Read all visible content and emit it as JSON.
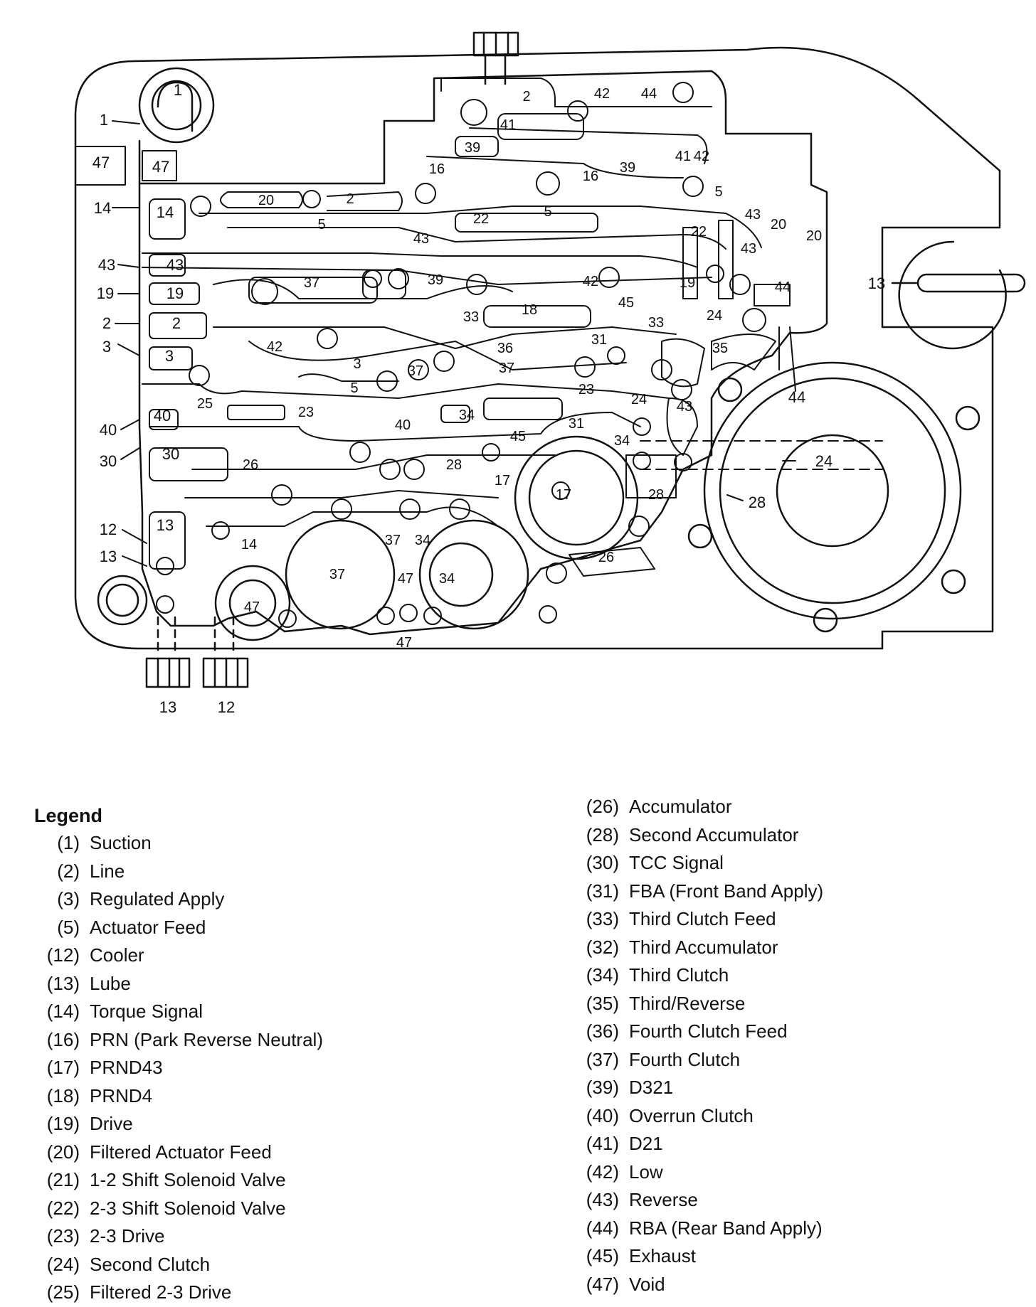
{
  "diagram": {
    "callouts": {
      "pump_top": "1",
      "void_left_outer": "47",
      "void_left_inner": "47",
      "torque_left": "14",
      "torque_inner": "14",
      "reverse_left": "43",
      "reverse_inner": "43",
      "drive_left": "19",
      "drive_inner": "19",
      "line_left": "2",
      "line_inner": "2",
      "reg_left": "3",
      "reg_inner": "3",
      "overrun_left": "40",
      "overrun_inner": "40",
      "tcc_left": "30",
      "tcc_inner": "30",
      "cooler_left": "12",
      "lube_left": "13",
      "lube_inner": "13",
      "lube_fitting": "13",
      "cooler_fitting": "12",
      "lube_right": "13",
      "rba_callout": "44",
      "second_clutch_callout": "24",
      "second_acc_callout": "28"
    },
    "channel_labels": [
      "2",
      "42",
      "44",
      "41",
      "39",
      "41",
      "42",
      "16",
      "16",
      "39",
      "5",
      "20",
      "2",
      "5",
      "22",
      "5",
      "43",
      "20",
      "20",
      "22",
      "43",
      "43",
      "37",
      "39",
      "42",
      "19",
      "44",
      "45",
      "24",
      "18",
      "33",
      "33",
      "36",
      "31",
      "37",
      "35",
      "42",
      "3",
      "37",
      "5",
      "25",
      "23",
      "23",
      "24",
      "43",
      "40",
      "34",
      "45",
      "31",
      "34",
      "26",
      "28",
      "17",
      "17",
      "28",
      "37",
      "34",
      "14",
      "37",
      "47",
      "34",
      "47",
      "26",
      "47"
    ]
  },
  "legend": {
    "title": "Legend",
    "left": [
      {
        "num": "(1)",
        "label": "Suction"
      },
      {
        "num": "(2)",
        "label": "Line"
      },
      {
        "num": "(3)",
        "label": "Regulated Apply"
      },
      {
        "num": "(5)",
        "label": "Actuator Feed"
      },
      {
        "num": "(12)",
        "label": "Cooler"
      },
      {
        "num": "(13)",
        "label": "Lube"
      },
      {
        "num": "(14)",
        "label": "Torque Signal"
      },
      {
        "num": "(16)",
        "label": "PRN (Park Reverse Neutral)"
      },
      {
        "num": "(17)",
        "label": "PRND43"
      },
      {
        "num": "(18)",
        "label": "PRND4"
      },
      {
        "num": "(19)",
        "label": "Drive"
      },
      {
        "num": "(20)",
        "label": "Filtered Actuator Feed"
      },
      {
        "num": "(21)",
        "label": "1-2 Shift Solenoid Valve"
      },
      {
        "num": "(22)",
        "label": "2-3 Shift Solenoid Valve"
      },
      {
        "num": "(23)",
        "label": "2-3 Drive"
      },
      {
        "num": "(24)",
        "label": "Second Clutch"
      },
      {
        "num": "(25)",
        "label": "Filtered 2-3 Drive"
      }
    ],
    "right": [
      {
        "num": "(26)",
        "label": "Accumulator"
      },
      {
        "num": "(28)",
        "label": "Second Accumulator"
      },
      {
        "num": "(30)",
        "label": "TCC Signal"
      },
      {
        "num": "(31)",
        "label": "FBA (Front Band Apply)"
      },
      {
        "num": "(33)",
        "label": "Third Clutch Feed"
      },
      {
        "num": "(32)",
        "label": "Third Accumulator"
      },
      {
        "num": "(34)",
        "label": "Third Clutch"
      },
      {
        "num": "(35)",
        "label": "Third/Reverse"
      },
      {
        "num": "(36)",
        "label": "Fourth Clutch Feed"
      },
      {
        "num": "(37)",
        "label": "Fourth Clutch"
      },
      {
        "num": "(39)",
        "label": "D321"
      },
      {
        "num": "(40)",
        "label": "Overrun Clutch"
      },
      {
        "num": "(41)",
        "label": "D21"
      },
      {
        "num": "(42)",
        "label": "Low"
      },
      {
        "num": "(43)",
        "label": "Reverse"
      },
      {
        "num": "(44)",
        "label": "RBA (Rear Band Apply)"
      },
      {
        "num": "(45)",
        "label": "Exhaust"
      },
      {
        "num": "(47)",
        "label": "Void"
      }
    ]
  }
}
